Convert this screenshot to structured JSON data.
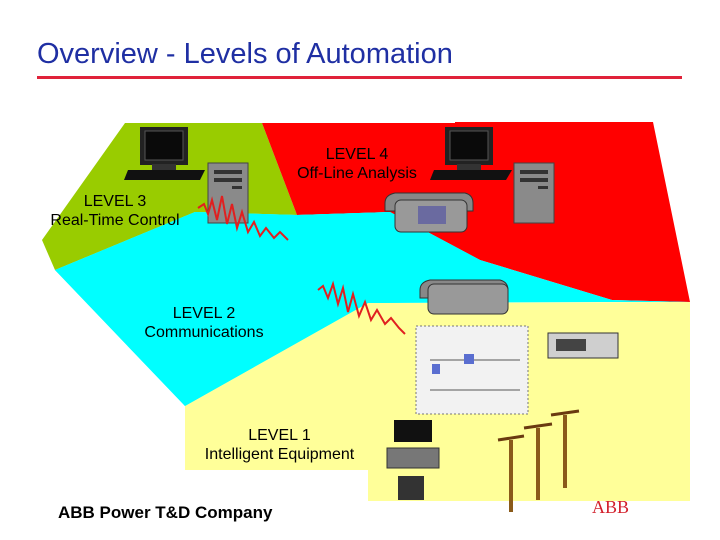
{
  "slide": {
    "title": "Overview - Levels of Automation",
    "footer_company": "ABB Power T&D Company",
    "footer_brand": "ABB"
  },
  "levels": [
    {
      "level": "LEVEL 4",
      "description": "Off-Line Analysis",
      "color": "#ff0000"
    },
    {
      "level": "LEVEL 3",
      "description": "Real-Time Control",
      "color": "#99cc00"
    },
    {
      "level": "LEVEL 2",
      "description": "Communications",
      "color": "#00ffff"
    },
    {
      "level": "LEVEL 1",
      "description": "Intelligent Equipment",
      "color": "#ffff99"
    }
  ],
  "colors": {
    "title": "#1f2fa3",
    "rule": "#e0223a",
    "signal": "#e02020",
    "brand": "#d21e2a"
  },
  "icons": [
    "computer-icon",
    "telephone-icon",
    "signal-wave-icon",
    "control-panel-icon",
    "relay-device-icon",
    "utility-pole-icon",
    "controller-module-icon"
  ]
}
